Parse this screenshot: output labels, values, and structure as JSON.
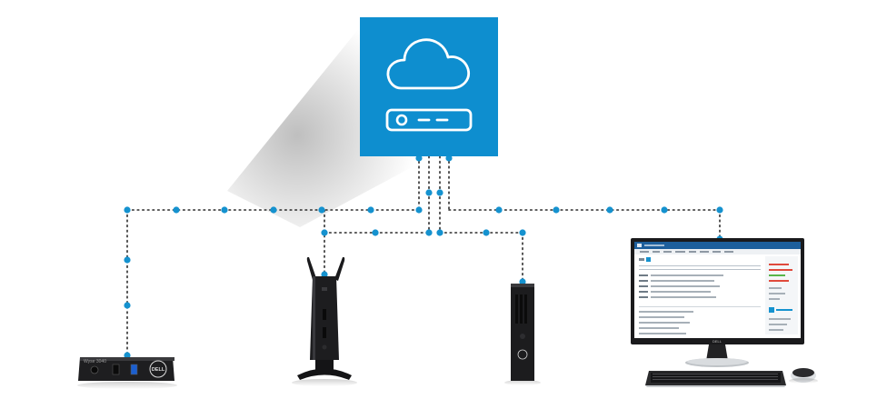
{
  "colors": {
    "accent": "#0e8ecf",
    "connector": "#2b2b2b",
    "node": "#1592cf",
    "device": "#1d1d1f",
    "screen_bg": "#ffffff",
    "screen_header": "#1d5f9c"
  },
  "hub": {
    "icons": [
      "cloud-icon",
      "server-icon"
    ]
  },
  "devices": [
    {
      "name": "wyse-3040-thin-client",
      "model_label": "Wyse 3040",
      "brand_label": "DELL"
    },
    {
      "name": "wyse-5070-tower-thin-client"
    },
    {
      "name": "optiplex-micro-desktop"
    },
    {
      "name": "desktop-monitor-workstation",
      "brand_label": "DELL"
    }
  ]
}
